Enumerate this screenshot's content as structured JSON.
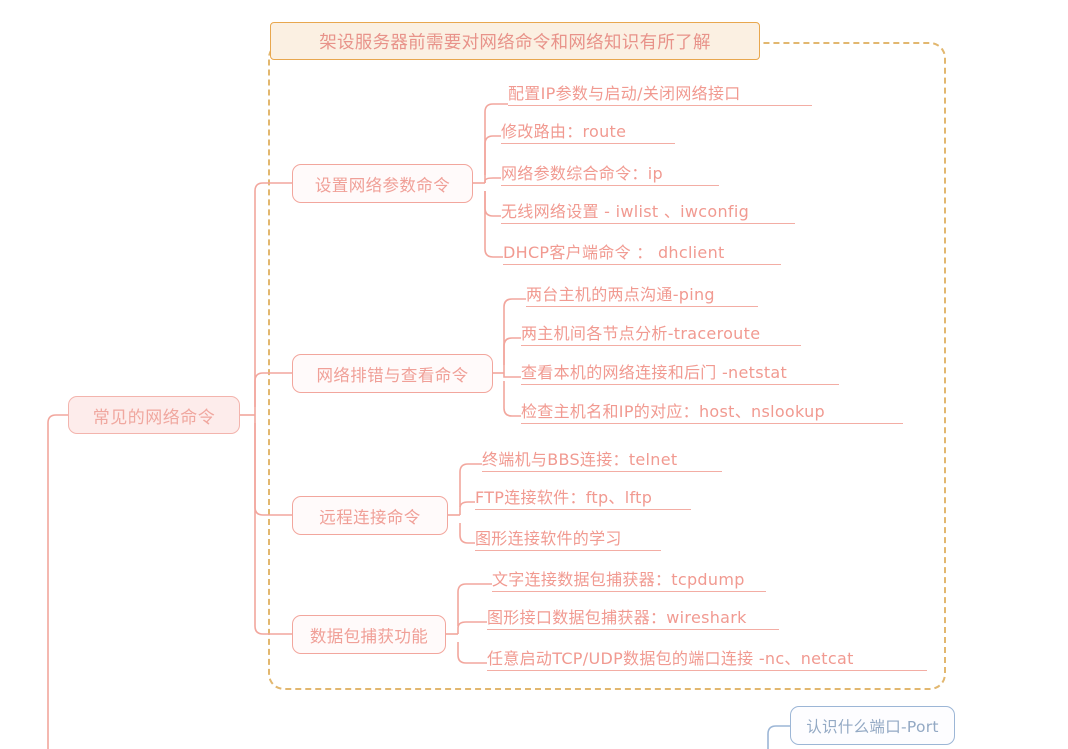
{
  "title_node": {
    "label": "架设服务器前需要对网络命令和网络知识有所了解",
    "border_color": "#e8a74e",
    "fill_color": "#fbf0e2"
  },
  "root_node": {
    "label": "常见的网络命令",
    "fill_color": "#fdeceb",
    "border_color": "#f3b4ad"
  },
  "accent_color": "#f2a69d",
  "blue_color": "#9cb6d6",
  "branches": [
    {
      "label": "设置网络参数命令",
      "leaves": [
        {
          "text": "配置IP参数与启动/关闭网络接口"
        },
        {
          "text": "修改路由：route"
        },
        {
          "text": "网络参数综合命令：ip"
        },
        {
          "text": "无线网络设置 - iwlist 、iwconfig"
        },
        {
          "text": "DHCP客户端命令 ： dhclient"
        }
      ]
    },
    {
      "label": "网络排错与查看命令",
      "leaves": [
        {
          "text": "两台主机的两点沟通-ping"
        },
        {
          "text": "两主机间各节点分析-traceroute"
        },
        {
          "text": "查看本机的网络连接和后门 -netstat"
        },
        {
          "text": "检查主机名和IP的对应：host、nslookup"
        }
      ]
    },
    {
      "label": "远程连接命令",
      "leaves": [
        {
          "text": "终端机与BBS连接：telnet"
        },
        {
          "text": "FTP连接软件：ftp、lftp"
        },
        {
          "text": "图形连接软件的学习"
        }
      ]
    },
    {
      "label": "数据包捕获功能",
      "leaves": [
        {
          "text": "文字连接数据包捕获器：tcpdump"
        },
        {
          "text": "图形接口数据包捕获器：wireshark"
        },
        {
          "text": "任意启动TCP/UDP数据包的端口连接 -nc、netcat"
        }
      ]
    }
  ],
  "port_node": {
    "label": "认识什么端口-Port"
  }
}
